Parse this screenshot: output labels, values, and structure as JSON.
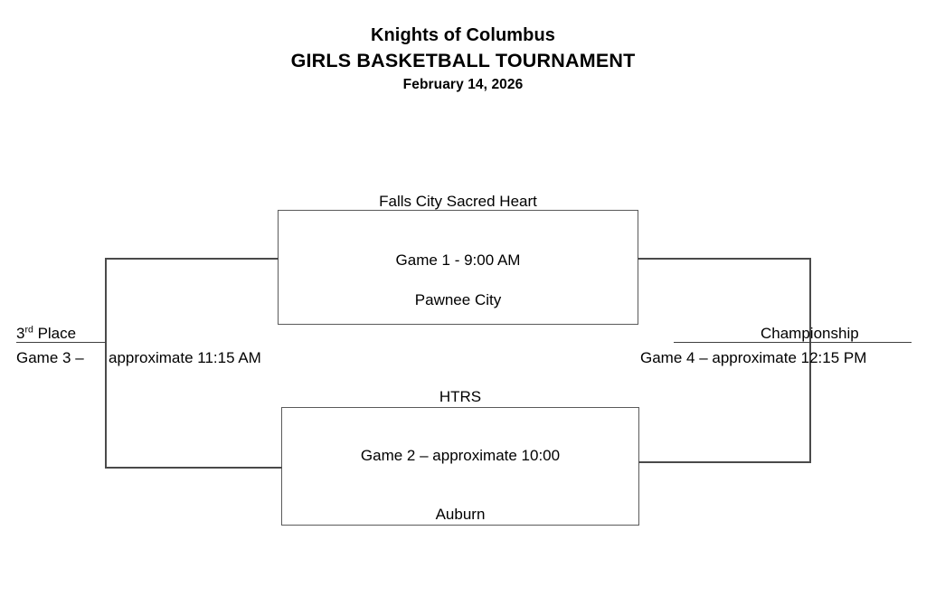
{
  "document": {
    "background_color": "#ffffff",
    "line_color": "#4a4a4a",
    "text_color": "#000000"
  },
  "header": {
    "organization": "Knights of Columbus",
    "event": "GIRLS BASKETBALL TOURNAMENT",
    "date": "February 14, 2026"
  },
  "bracket": {
    "games": [
      {
        "id": "game-1",
        "team_top": "Falls City Sacred Heart",
        "info": "Game 1 - 9:00 AM",
        "team_bottom": "Pawnee City"
      },
      {
        "id": "game-2",
        "team_top": "HTRS",
        "info": "Game 2 – approximate 10:00",
        "team_bottom": "Auburn"
      }
    ],
    "third_place": {
      "label_number": "3",
      "label_ordinal": "rd",
      "label_text": " Place",
      "game_prefix": "Game 3 –",
      "game_time": "approximate 11:15 AM"
    },
    "championship": {
      "label": "Championship",
      "game_line": "Game 4 – approximate 12:15 PM"
    }
  }
}
